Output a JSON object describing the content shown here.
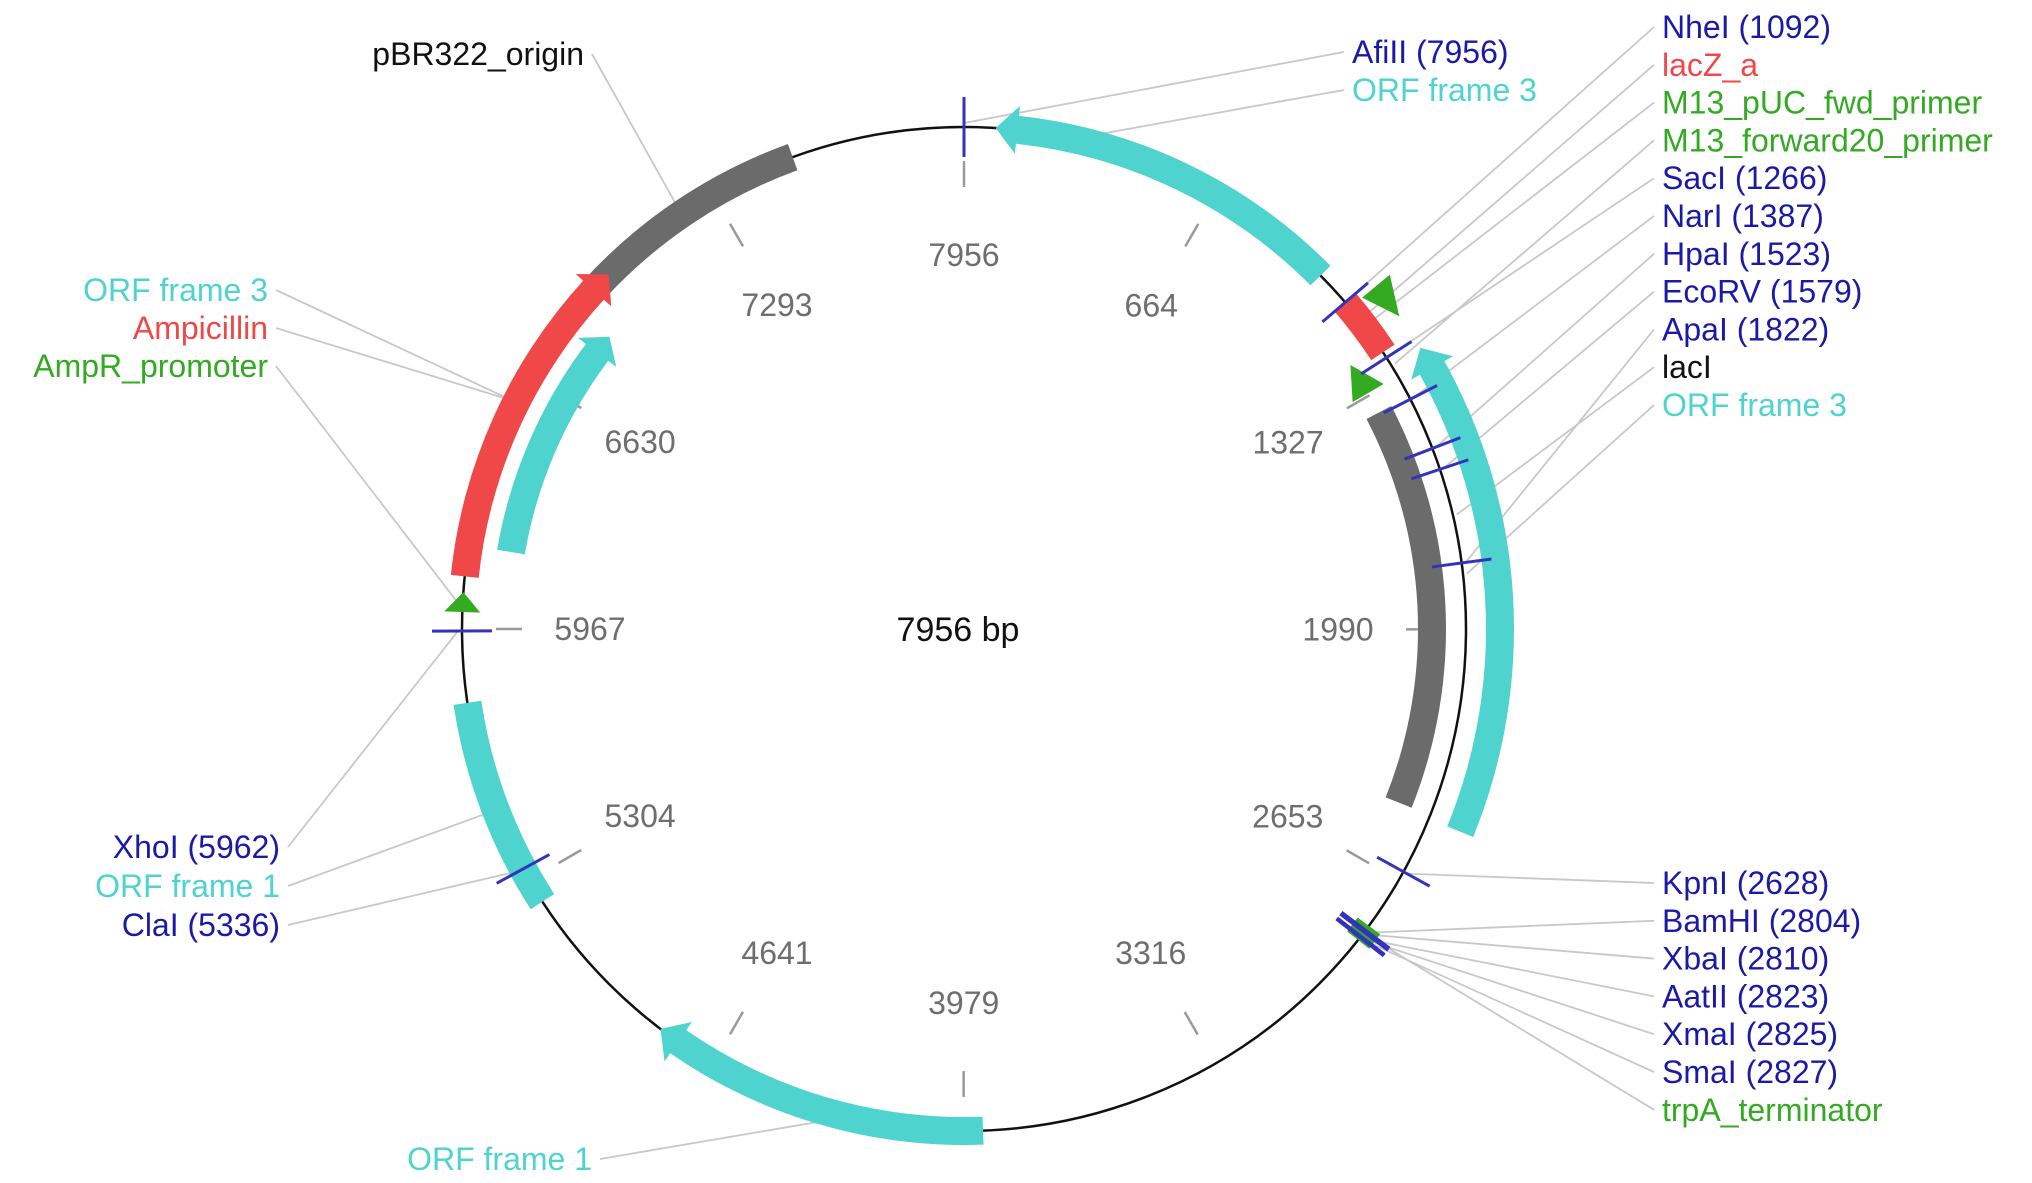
{
  "plasmid": {
    "size_label": "7956 bp",
    "length": 7956
  },
  "colors": {
    "backbone": "#111111",
    "tick": "#9a9a9a",
    "tick_label": "#6e6e6e",
    "leader": "#c8c8c8",
    "site": "#3333bb",
    "site_label": "#1a1aa6",
    "orf": "#4fd3cf",
    "orf_label": "#4fd3cf",
    "gray_feature": "#6b6b6b",
    "ampicillin": "#f04848",
    "green": "#33aa22"
  },
  "ticks": [
    {
      "label": "7956",
      "bp": 0
    },
    {
      "label": "664",
      "bp": 664
    },
    {
      "label": "1327",
      "bp": 1327
    },
    {
      "label": "1990",
      "bp": 1990
    },
    {
      "label": "2653",
      "bp": 2653
    },
    {
      "label": "3316",
      "bp": 3316
    },
    {
      "label": "3979",
      "bp": 3979
    },
    {
      "label": "4641",
      "bp": 4641
    },
    {
      "label": "5304",
      "bp": 5304
    },
    {
      "label": "5967",
      "bp": 5967
    },
    {
      "label": "6630",
      "bp": 6630
    },
    {
      "label": "7293",
      "bp": 7293
    }
  ],
  "features": [
    {
      "name": "pBR322_origin",
      "label": "pBR322_origin",
      "color_key": "gray_feature",
      "label_color": "#111111",
      "start": 6895,
      "end": 7515,
      "track": 0,
      "arrow": "none"
    },
    {
      "name": "ORF frame 3 (top)",
      "label": "ORF frame 3",
      "color_key": "orf",
      "label_color": "#4fd3cf",
      "start": 80,
      "end": 1000,
      "track": 0,
      "arrow": "start"
    },
    {
      "name": "lacZ_a",
      "label": "lacZ_a",
      "color_key": "ampicillin",
      "label_color": "#f04848",
      "start": 1090,
      "end": 1250,
      "track": 0,
      "arrow": "none"
    },
    {
      "name": "M13_pUC_fwd_primer",
      "label": "M13_pUC_fwd_primer",
      "color_key": "green",
      "label_color": "#33aa22",
      "start": 1110,
      "end": 1200,
      "track": 1,
      "arrow": "end-only"
    },
    {
      "name": "M13_forward20_primer",
      "label": "M13_forward20_primer",
      "color_key": "green",
      "label_color": "#33aa22",
      "start": 1230,
      "end": 1320,
      "track": -1,
      "arrow": "start-only"
    },
    {
      "name": "lacI",
      "label": "lacI",
      "color_key": "gray_feature",
      "label_color": "#111111",
      "start": 1380,
      "end": 2470,
      "track": -1,
      "arrow": "none"
    },
    {
      "name": "ORF frame 3 (right)",
      "label": "ORF frame 3",
      "color_key": "orf",
      "label_color": "#4fd3cf",
      "start": 1290,
      "end": 2480,
      "track": 1,
      "arrow": "start"
    },
    {
      "name": "trpA_terminator",
      "label": "trpA_terminator",
      "color_key": "green",
      "label_color": "#33aa22",
      "start": 2790,
      "end": 2835,
      "track": 0,
      "arrow": "none"
    },
    {
      "name": "ORF frame 1 (bottom)",
      "label": "ORF frame 1",
      "color_key": "orf",
      "label_color": "#4fd3cf",
      "start": 3930,
      "end": 4800,
      "track": 0,
      "arrow": "end"
    },
    {
      "name": "ORF frame 1 (left)",
      "label": "ORF frame 1",
      "color_key": "orf",
      "label_color": "#4fd3cf",
      "start": 5240,
      "end": 5780,
      "track": 0,
      "arrow": "none"
    },
    {
      "name": "AmpR_promoter",
      "label": "AmpR_promoter",
      "color_key": "green",
      "label_color": "#33aa22",
      "start": 6010,
      "end": 6060,
      "track": 0,
      "arrow": "promoter"
    },
    {
      "name": "Ampicillin",
      "label": "Ampicillin",
      "color_key": "ampicillin",
      "label_color": "#f04848",
      "start": 6100,
      "end": 6960,
      "track": 0,
      "arrow": "end"
    },
    {
      "name": "ORF frame 3 (left)",
      "label": "ORF frame 3",
      "color_key": "orf",
      "label_color": "#4fd3cf",
      "start": 6180,
      "end": 6840,
      "track": -1.25,
      "arrow": "end"
    }
  ],
  "sites": [
    {
      "label": "AfiII (7956)",
      "bp": 7956
    },
    {
      "label": "NheI (1092)",
      "bp": 1092
    },
    {
      "label": "SacI (1266)",
      "bp": 1266
    },
    {
      "label": "NarI (1387)",
      "bp": 1387
    },
    {
      "label": "HpaI (1523)",
      "bp": 1523
    },
    {
      "label": "EcoRV (1579)",
      "bp": 1579
    },
    {
      "label": "ApaI (1822)",
      "bp": 1822
    },
    {
      "label": "KpnI (2628)",
      "bp": 2628
    },
    {
      "label": "BamHI (2804)",
      "bp": 2804
    },
    {
      "label": "XbaI (2810)",
      "bp": 2810
    },
    {
      "label": "AatII (2823)",
      "bp": 2823
    },
    {
      "label": "XmaI (2825)",
      "bp": 2825
    },
    {
      "label": "SmaI (2827)",
      "bp": 2827
    },
    {
      "label": "XhoI (5962)",
      "bp": 5962
    },
    {
      "label": "ClaI (5336)",
      "bp": 5336
    }
  ],
  "labels": {
    "top_right": [
      {
        "text": "AfiII (7956)",
        "color": "#1a1aa6",
        "bp": 7956
      },
      {
        "text": "ORF frame 3",
        "color": "#4fd3cf",
        "bp": 300
      }
    ],
    "right_upper": [
      {
        "text": "NheI (1092)",
        "color": "#1a1aa6",
        "bp": 1092
      },
      {
        "text": "lacZ_a",
        "color": "#f04848",
        "bp": 1150
      },
      {
        "text": "M13_pUC_fwd_primer",
        "color": "#33aa22",
        "bp": 1170
      },
      {
        "text": "M13_forward20_primer",
        "color": "#33aa22",
        "bp": 1290
      },
      {
        "text": "SacI (1266)",
        "color": "#1a1aa6",
        "bp": 1266
      },
      {
        "text": "NarI (1387)",
        "color": "#1a1aa6",
        "bp": 1387
      },
      {
        "text": "HpaI (1523)",
        "color": "#1a1aa6",
        "bp": 1523
      },
      {
        "text": "EcoRV (1579)",
        "color": "#1a1aa6",
        "bp": 1579
      },
      {
        "text": "ApaI (1822)",
        "color": "#1a1aa6",
        "bp": 1822
      },
      {
        "text": "lacI",
        "color": "#111111",
        "bp": 1700
      },
      {
        "text": "ORF frame 3",
        "color": "#4fd3cf",
        "bp": 1850
      }
    ],
    "right_lower": [
      {
        "text": "KpnI (2628)",
        "color": "#1a1aa6",
        "bp": 2628
      },
      {
        "text": "BamHI (2804)",
        "color": "#1a1aa6",
        "bp": 2804
      },
      {
        "text": "XbaI (2810)",
        "color": "#1a1aa6",
        "bp": 2810
      },
      {
        "text": "AatII (2823)",
        "color": "#1a1aa6",
        "bp": 2823
      },
      {
        "text": "XmaI (2825)",
        "color": "#1a1aa6",
        "bp": 2825
      },
      {
        "text": "SmaI (2827)",
        "color": "#1a1aa6",
        "bp": 2827
      },
      {
        "text": "trpA_terminator",
        "color": "#33aa22",
        "bp": 2812
      }
    ],
    "left_upper": [
      {
        "text": "ORF frame 3",
        "color": "#4fd3cf",
        "bp": 6560
      },
      {
        "text": "Ampicillin",
        "color": "#f04848",
        "bp": 6560
      },
      {
        "text": "AmpR_promoter",
        "color": "#33aa22",
        "bp": 6030
      }
    ],
    "left_lower": [
      {
        "text": "XhoI (5962)",
        "color": "#1a1aa6",
        "bp": 5962
      },
      {
        "text": "ORF frame 1",
        "color": "#4fd3cf",
        "bp": 5500
      },
      {
        "text": "ClaI (5336)",
        "color": "#1a1aa6",
        "bp": 5336
      }
    ],
    "top_left": [
      {
        "text": "pBR322_origin",
        "color": "#111111",
        "bp": 7200
      }
    ],
    "bottom_left": [
      {
        "text": "ORF frame 1",
        "color": "#4fd3cf",
        "bp": 4300
      }
    ]
  }
}
